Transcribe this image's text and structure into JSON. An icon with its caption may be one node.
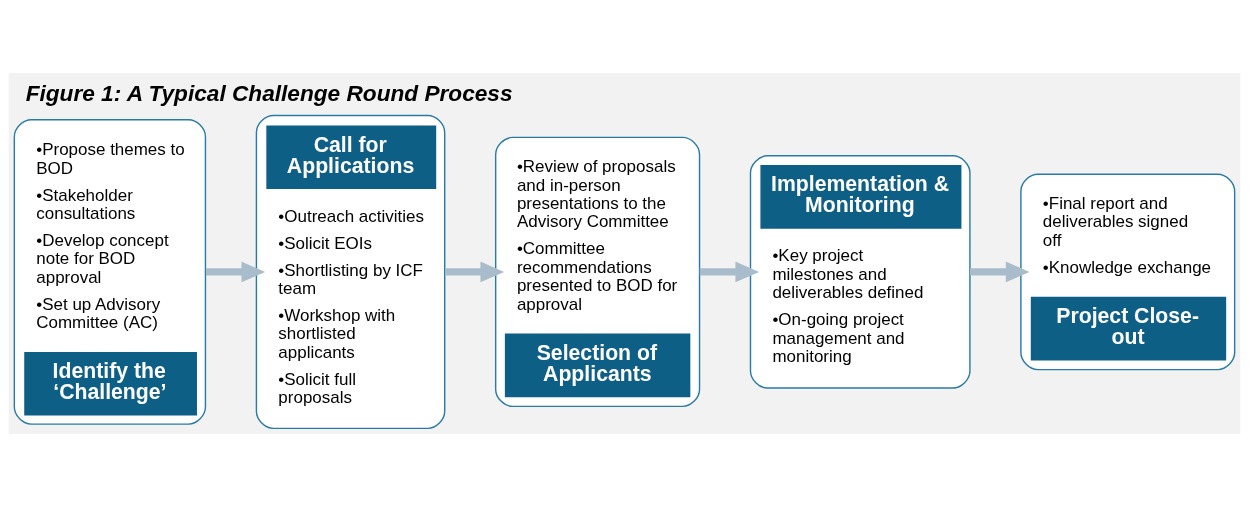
{
  "diagram": {
    "title": "Figure 1: A Typical Challenge Round Process",
    "nodes": [
      {
        "text": [
          "•Propose themes to BOD",
          "•Stakeholder consultations",
          "•Develop concept note for BOD approval",
          "•Set up Advisory Committee (AC)",
          "Identify the ‘Challenge’"
        ]
      },
      {
        "text": [
          "Call for Applications",
          "•Outreach activities",
          "•Solicit EOIs",
          "•Shortlisting by ICF team",
          "•Workshop with shortlisted applicants",
          "•Solicit full proposals"
        ]
      },
      {
        "text": [
          "•Review of proposals and in-person presentations to the Advisory Committee",
          "•Committee recommendations presented to BOD for approval",
          "Selection of Applicants"
        ]
      },
      {
        "text": [
          "Implementation & Monitoring",
          "•Key project milestones and deliverables defined",
          "•On-going project management and monitoring"
        ]
      },
      {
        "text": [
          "•Final report and deliverables signed off",
          "•Knowledge exchange",
          "Project Close-out"
        ]
      }
    ],
    "edges": [
      {
        "from": 0,
        "to": 1,
        "arrow": "to"
      },
      {
        "from": 1,
        "to": 2,
        "arrow": "to"
      },
      {
        "from": 2,
        "to": 3,
        "arrow": "to"
      },
      {
        "from": 3,
        "to": 4,
        "arrow": "to"
      }
    ]
  }
}
